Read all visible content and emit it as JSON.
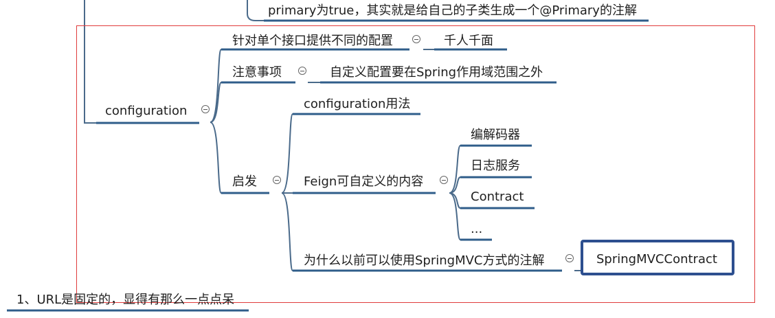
{
  "colors": {
    "branch_line": "#4a6a8a",
    "underline": "#2f5d8a",
    "selection_frame": "#e03b3b",
    "highlight_frame": "#2d4f8f"
  },
  "icons": {
    "collapse": "minus-circle-icon"
  },
  "mindmap": {
    "top_note": "primary为true，其实就是给自己的子类生成一个@Primary的注解",
    "root": "configuration",
    "branches": {
      "per_interface": {
        "label": "针对单个接口提供不同的配置",
        "child": "千人千面"
      },
      "notes": {
        "label": "注意事项",
        "child": "自定义配置要在Spring作用域范围之外"
      },
      "inspiration": {
        "label": "启发",
        "usage": "configuration用法",
        "feign": {
          "label": "Feign可自定义的内容",
          "items": [
            "编解码器",
            "日志服务",
            "Contract",
            "..."
          ]
        },
        "why": {
          "label": "为什么以前可以使用SpringMVC方式的注解",
          "child": "SpringMVCContract"
        }
      }
    },
    "bottom_note": "1、URL是固定的，显得有那么一点点呆"
  }
}
